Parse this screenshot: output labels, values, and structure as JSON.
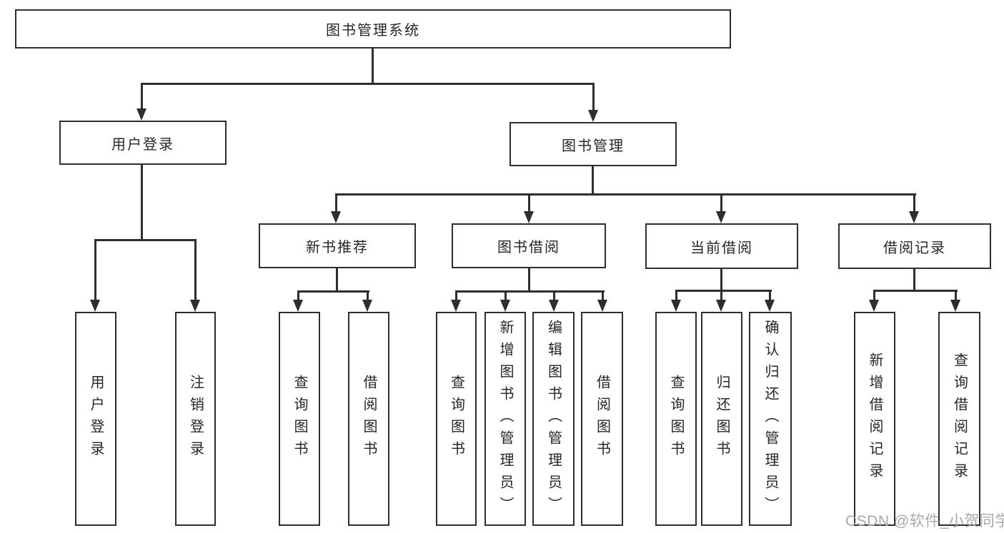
{
  "diagram": {
    "type": "feature-tree",
    "tree": {
      "root": "图书管理系统",
      "branches": [
        {
          "label": "用户登录",
          "children": [
            "用户登录",
            "注销登录"
          ]
        },
        {
          "label": "图书管理",
          "groups": [
            {
              "label": "新书推荐",
              "children": [
                "查询图书",
                "借阅图书"
              ]
            },
            {
              "label": "图书借阅",
              "children": [
                "查询图书",
                "新增图书（管理员）",
                "编辑图书（管理员）",
                "借阅图书"
              ]
            },
            {
              "label": "当前借阅",
              "children": [
                "查询图书",
                "归还图书",
                "确认归还（管理员）"
              ]
            },
            {
              "label": "借阅记录",
              "children": [
                "新增借阅记录",
                "查询借阅记录"
              ]
            }
          ]
        }
      ]
    },
    "colors": {
      "line": "#2e2e2e",
      "text": "#262626",
      "box_background": "#ffffff",
      "watermark_text": "#a9a9a9",
      "page_background": "#ffffff"
    }
  },
  "watermark": "CSDN @软件_小贺同学"
}
